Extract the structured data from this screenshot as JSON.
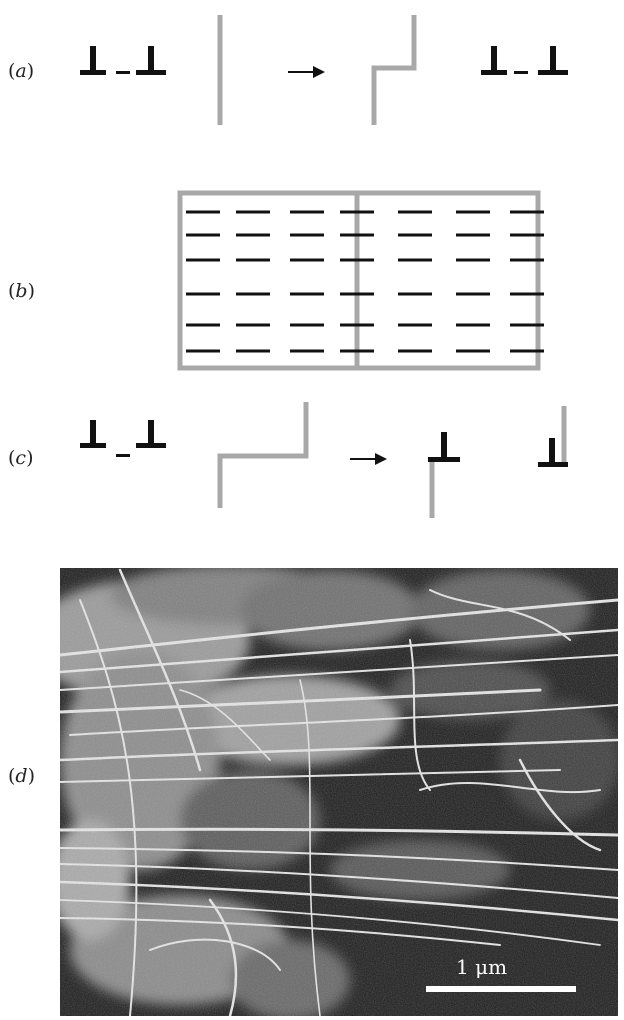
{
  "panels": {
    "a": {
      "label": "a"
    },
    "b": {
      "label": "b"
    },
    "c": {
      "label": "c"
    },
    "d": {
      "label": "d"
    }
  },
  "micrograph": {
    "scale_bar_text": "1 μm"
  },
  "colors": {
    "dislocation": "#111111",
    "boundary": "#a8a8a8",
    "arrow": "#111111"
  }
}
